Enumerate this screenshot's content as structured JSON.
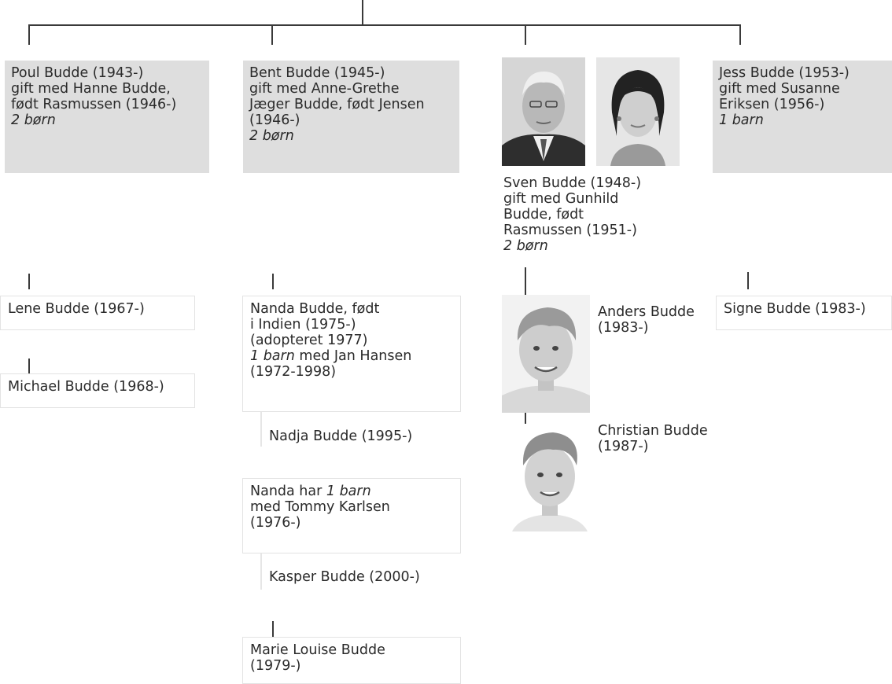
{
  "generation1": [
    {
      "id": "poul",
      "lines": [
        {
          "text": "Poul Budde (1943-)",
          "italic": false
        },
        {
          "text": "gift med Hanne Budde,",
          "italic": false
        },
        {
          "text": "født Rasmussen (1946-)",
          "italic": false
        },
        {
          "text": "2 børn",
          "italic": true
        }
      ]
    },
    {
      "id": "bent",
      "lines": [
        {
          "text": "Bent Budde (1945-)",
          "italic": false
        },
        {
          "text": "gift med Anne-Grethe",
          "italic": false
        },
        {
          "text": "Jæger Budde, født Jensen",
          "italic": false
        },
        {
          "text": "(1946-)",
          "italic": false
        },
        {
          "text": "2 børn",
          "italic": true
        }
      ]
    },
    {
      "id": "sven",
      "lines": [
        {
          "text": "Sven Budde (1948-)",
          "italic": false
        },
        {
          "text": "gift med Gunhild",
          "italic": false
        },
        {
          "text": "Budde, født",
          "italic": false
        },
        {
          "text": "Rasmussen (1951-)",
          "italic": false
        },
        {
          "text": "2 børn",
          "italic": true
        }
      ]
    },
    {
      "id": "jess",
      "lines": [
        {
          "text": "Jess Budde (1953-)",
          "italic": false
        },
        {
          "text": "gift med Susanne",
          "italic": false
        },
        {
          "text": "Eriksen (1956-)",
          "italic": false
        },
        {
          "text": "1 barn",
          "italic": true
        }
      ]
    }
  ],
  "children": {
    "lene": [
      "Lene Budde (1967-)"
    ],
    "michael": [
      "Michael Budde (1968-)"
    ],
    "nanda": [
      {
        "segments": [
          {
            "text": "Nanda Budde, født",
            "italic": false
          }
        ]
      },
      {
        "segments": [
          {
            "text": "i Indien (1975-)",
            "italic": false
          }
        ]
      },
      {
        "segments": [
          {
            "text": "(adopteret 1977)",
            "italic": false
          }
        ]
      },
      {
        "segments": [
          {
            "text": "1 barn",
            "italic": true
          },
          {
            "text": " med Jan Hansen",
            "italic": false
          }
        ]
      },
      {
        "segments": [
          {
            "text": "(1972-1998)",
            "italic": false
          }
        ]
      }
    ],
    "nadja": [
      "Nadja Budde (1995-)"
    ],
    "nanda2": [
      {
        "segments": [
          {
            "text": "Nanda har ",
            "italic": false
          },
          {
            "text": "1 barn",
            "italic": true
          }
        ]
      },
      {
        "segments": [
          {
            "text": "med Tommy Karlsen",
            "italic": false
          }
        ]
      },
      {
        "segments": [
          {
            "text": "(1976-)",
            "italic": false
          }
        ]
      }
    ],
    "kasper": [
      "Kasper Budde (2000-)"
    ],
    "marie": [
      "Marie Louise Budde",
      "(1979-)"
    ],
    "anders": [
      "Anders Budde",
      "(1983-)"
    ],
    "christian": [
      "Christian Budde",
      "(1987-)"
    ],
    "signe": [
      "Signe Budde (1983-)"
    ]
  }
}
